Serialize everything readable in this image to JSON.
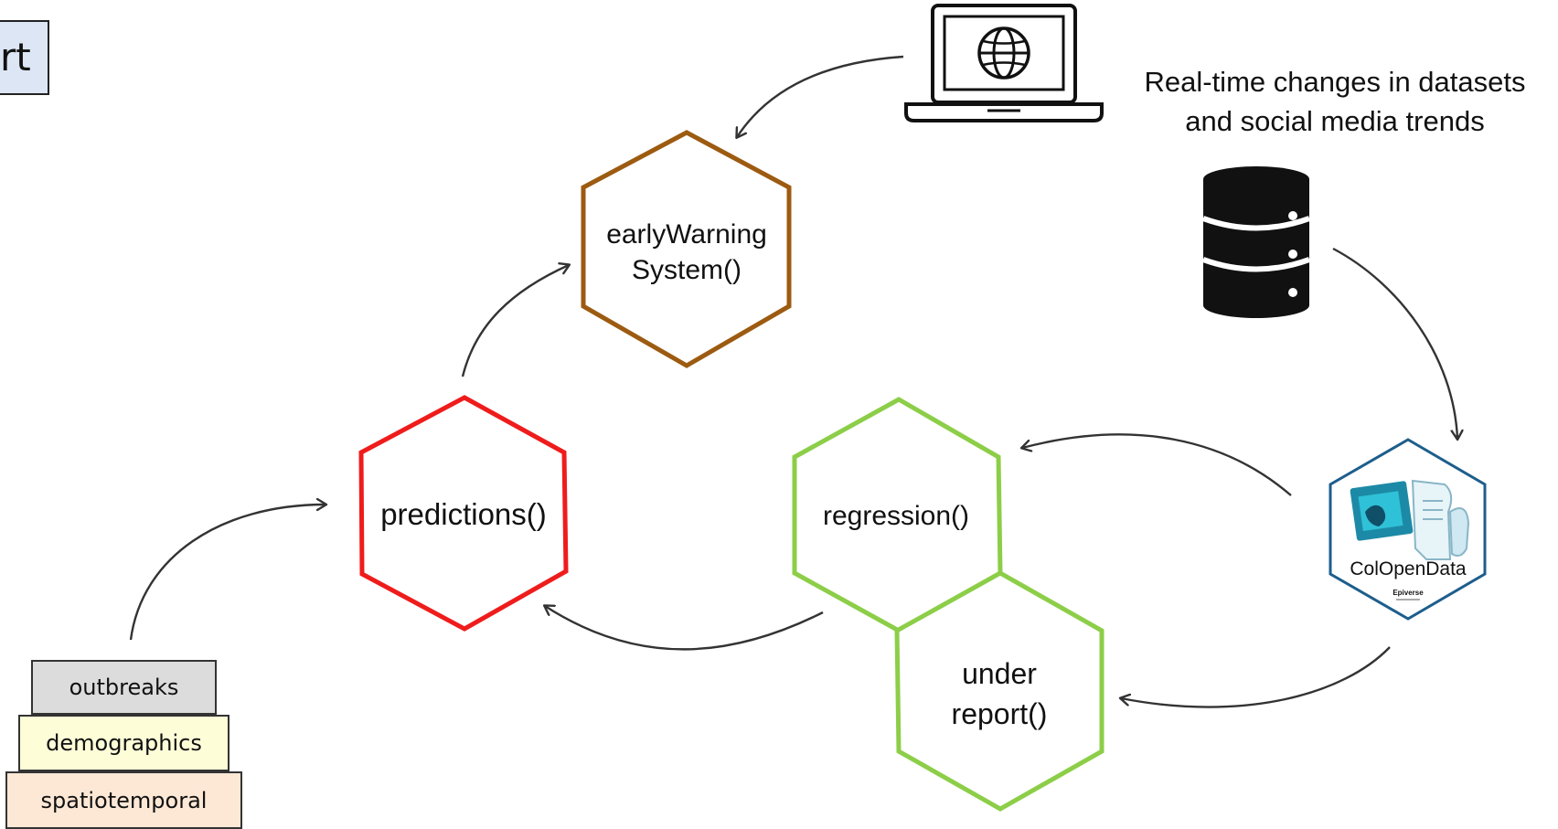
{
  "top_left_box": {
    "text": "rt",
    "color": "#dce6f4"
  },
  "caption": {
    "line1": "Real-time changes in datasets",
    "line2": "and social media trends"
  },
  "nodes": {
    "early_warning": {
      "line1": "earlyWarning",
      "line2": "System()",
      "color": "#9c5b11"
    },
    "predictions": {
      "label": "predictions()",
      "color": "#ef1c1c"
    },
    "regression": {
      "label": "regression()",
      "color": "#8cce48"
    },
    "under_report": {
      "line1": "under",
      "line2": "report()",
      "color": "#8cce48"
    }
  },
  "colopendata": {
    "name": "ColOpenData",
    "sub": "Epiverse",
    "border_color": "#1d5e8c"
  },
  "stack": {
    "items": [
      {
        "label": "outbreaks",
        "color": "#dcdcdc"
      },
      {
        "label": "demographics",
        "color": "#fdfdd8"
      },
      {
        "label": "spatiotemporal",
        "color": "#fde8d6"
      }
    ]
  },
  "icons": [
    "laptop-globe-icon",
    "database-icon"
  ]
}
